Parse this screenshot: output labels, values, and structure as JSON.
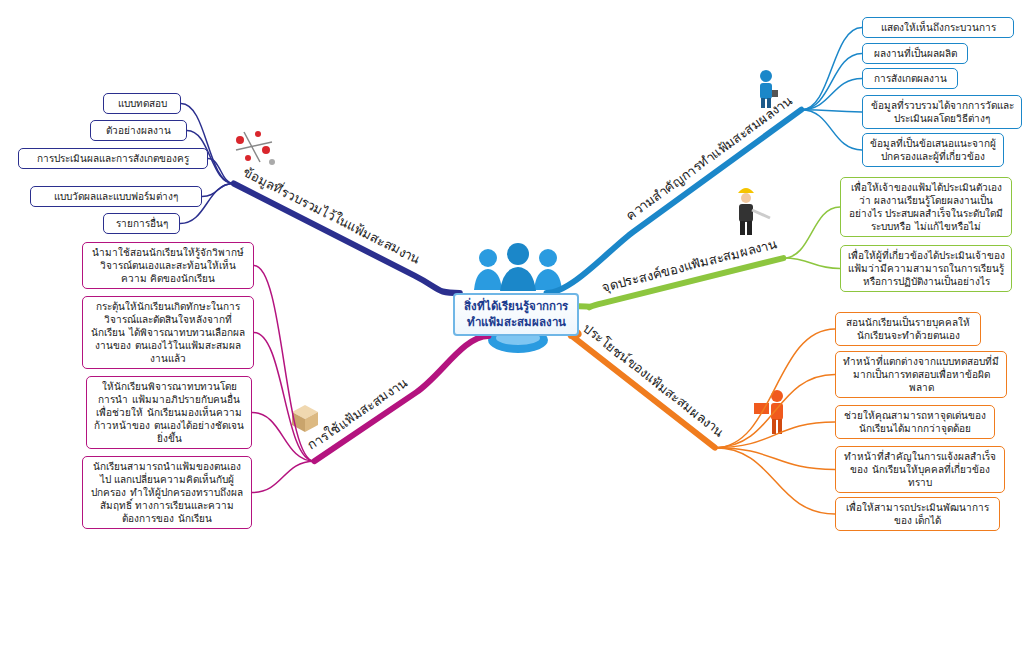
{
  "diagram": {
    "nodes": [
      {
        "text": [
          "สิ่งที่ได้เรียนรู้จากการ ทำแฟ้มสะสมผลงาน"
        ]
      },
      {
        "text": [
          "ข้อมูลที่รวบรวมไว้ในแฟ้มสะสมงาน"
        ]
      },
      {
        "text": [
          "แบบทดสอบ"
        ]
      },
      {
        "text": [
          "ตัวอย่างผลงาน"
        ]
      },
      {
        "text": [
          "การประเมินผลและการสังเกตของครู"
        ]
      },
      {
        "text": [
          "แบบวัดผลและแบบฟอร์มต่างๆ"
        ]
      },
      {
        "text": [
          "รายการอื่นๆ"
        ]
      },
      {
        "text": [
          "การใช้แฟ้มสะสมงาน"
        ]
      },
      {
        "text": [
          "นำมาใช้สอนนักเรียนให้รู้จักวิพากษ์ วิจารณ์ตนเองและสะท้อนให้เห็นความ คิดของนักเรียน"
        ]
      },
      {
        "text": [
          "กระตุ้นให้นักเรียนเกิดทักษะในการ วิจารณ์และตัดสินใจหลังจากที่นักเรียน ได้พิจารณาทบทวนเลือกผลงานของ ตนเองไว้ในแฟ้มสะสมผลงานแล้ว"
        ]
      },
      {
        "text": [
          "ให้นักเรียนพิจารณาทบทวนโดยการนำ แฟ้มมาอภิปรายกับคนอื่นเพื่อช่วยให้ นักเรียนมองเห็นความก้าวหน้าของ ตนเองได้อย่างชัดเจนยิ่งขึ้น"
        ]
      },
      {
        "text": [
          "นักเรียนสามารถนำแฟ้มของตนเองไป แลกเปลี่ยนความคิดเห็นกับผู้ปกครอง ทำให้ผู้ปกครองทราบถึงผลสัมฤทธิ์ ทางการเรียนและความต้องการของ นักเรียน"
        ]
      },
      {
        "text": [
          "ความสำคัญการทำแฟ้มสะสมผลงาน"
        ]
      },
      {
        "text": [
          "แสดงให้เห็นถึงกระบวนการ"
        ]
      },
      {
        "text": [
          "ผลงานที่เป็นผลผลิต"
        ]
      },
      {
        "text": [
          "การสังเกตผลงาน"
        ]
      },
      {
        "text": [
          "ข้อมูลที่รวบรวมได้จากการวัดและ ประเมินผลโดยวิธีต่างๆ"
        ]
      },
      {
        "text": [
          "ข้อมูลที่เป็นข้อเสนอแนะจากผู้ ปกครองและผู้ที่เกี่ยวข้อง"
        ]
      },
      {
        "text": [
          "จุดประสงค์ของแฟ้มสะสมผลงาน"
        ]
      },
      {
        "text": [
          "เพื่อให้เจ้าของแฟ้มได้ประเมินตัวเองว่า ผลงานเรียนรู้โดยผลงานเป็นอย่างไร ประสบผลสำเร็จในระดับใดมีระบบหรือ ไม่แก้ไขหรือไม่"
        ]
      },
      {
        "text": [
          "เพื่อให้ผู้ที่เกี่ยวข้องได้ประเมินเจ้าของ แฟ้มว่ามีความสามารถในการเรียนรู้ หรือการปฏิบัติงานเป็นอย่างไร"
        ]
      },
      {
        "text": [
          "ประโยชน์ของแฟ้มสะสมผลงาน"
        ]
      },
      {
        "text": [
          "สอนนักเรียนเป็นรายบุคคลให้ นักเรียนจะทำด้วยตนเอง"
        ]
      },
      {
        "text": [
          "ทำหน้าที่แตกต่างจากแบบทดสอบที่มี มากเป็นการทดสอบเพื่อหาข้อผิดพลาด"
        ]
      },
      {
        "text": [
          "ช่วยให้คุณสามารถหาจุดเด่นของ นักเรียนได้มากกว่าจุดด้อย"
        ]
      },
      {
        "text": [
          "ทำหน้าที่สำคัญในการแจ้งผลสำเร็จของ นักเรียนให้บุคคลที่เกี่ยวข้องทราบ"
        ]
      },
      {
        "text": [
          "เพื่อให้สามารถประเมินพัฒนาการของ เด็กได้"
        ]
      }
    ],
    "edges": [
      {
        "from": 0,
        "to": 1,
        "arrow": "none"
      },
      {
        "from": 0,
        "to": 7,
        "arrow": "none"
      },
      {
        "from": 0,
        "to": 12,
        "arrow": "none"
      },
      {
        "from": 0,
        "to": 18,
        "arrow": "none"
      },
      {
        "from": 0,
        "to": 21,
        "arrow": "none"
      },
      {
        "from": 1,
        "to": 2,
        "arrow": "none"
      },
      {
        "from": 1,
        "to": 3,
        "arrow": "none"
      },
      {
        "from": 1,
        "to": 4,
        "arrow": "none"
      },
      {
        "from": 1,
        "to": 5,
        "arrow": "none"
      },
      {
        "from": 1,
        "to": 6,
        "arrow": "none"
      },
      {
        "from": 7,
        "to": 8,
        "arrow": "none"
      },
      {
        "from": 7,
        "to": 9,
        "arrow": "none"
      },
      {
        "from": 7,
        "to": 10,
        "arrow": "none"
      },
      {
        "from": 7,
        "to": 11,
        "arrow": "none"
      },
      {
        "from": 12,
        "to": 13,
        "arrow": "none"
      },
      {
        "from": 12,
        "to": 14,
        "arrow": "none"
      },
      {
        "from": 12,
        "to": 15,
        "arrow": "none"
      },
      {
        "from": 12,
        "to": 16,
        "arrow": "none"
      },
      {
        "from": 12,
        "to": 17,
        "arrow": "none"
      },
      {
        "from": 18,
        "to": 19,
        "arrow": "none"
      },
      {
        "from": 18,
        "to": 20,
        "arrow": "none"
      },
      {
        "from": 21,
        "to": 22,
        "arrow": "none"
      },
      {
        "from": 21,
        "to": 23,
        "arrow": "none"
      },
      {
        "from": 21,
        "to": 24,
        "arrow": "none"
      },
      {
        "from": 21,
        "to": 25,
        "arrow": "none"
      },
      {
        "from": 21,
        "to": 26,
        "arrow": "none"
      }
    ]
  }
}
